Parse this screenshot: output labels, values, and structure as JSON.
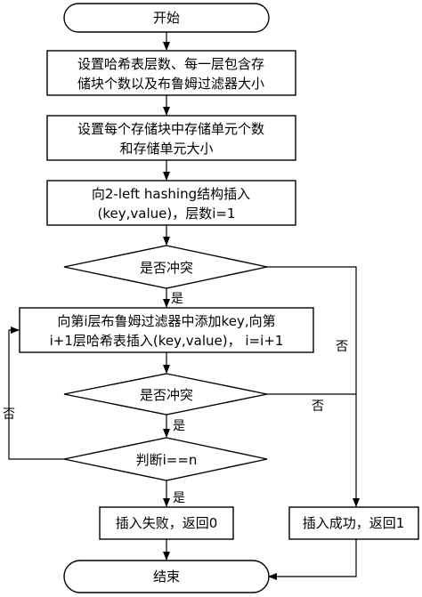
{
  "flowchart": {
    "start": "开始",
    "step1": {
      "line1": "设置哈希表层数、每一层包含存",
      "line2": "储块个数以及布鲁姆过滤器大小"
    },
    "step2": {
      "line1": "设置每个存储块中存储单元个数",
      "line2": "和存储单元大小"
    },
    "step3": {
      "line1": "向2-left hashing结构插入",
      "line2": "(key,value)，层数i=1"
    },
    "decision1": "是否冲突",
    "step4": {
      "line1": "向第i层布鲁姆过滤器中添加key,向第",
      "line2": "i+1层哈希表插入(key,value)， i=i+1"
    },
    "decision2": "是否冲突",
    "decision3": "判断i==n",
    "fail": "插入失败，返回0",
    "success": "插入成功，返回1",
    "end": "结束",
    "labels": {
      "yes1": "是",
      "yes2": "是",
      "yes3": "是",
      "no1": "否",
      "no2": "否",
      "no3": "否"
    }
  }
}
